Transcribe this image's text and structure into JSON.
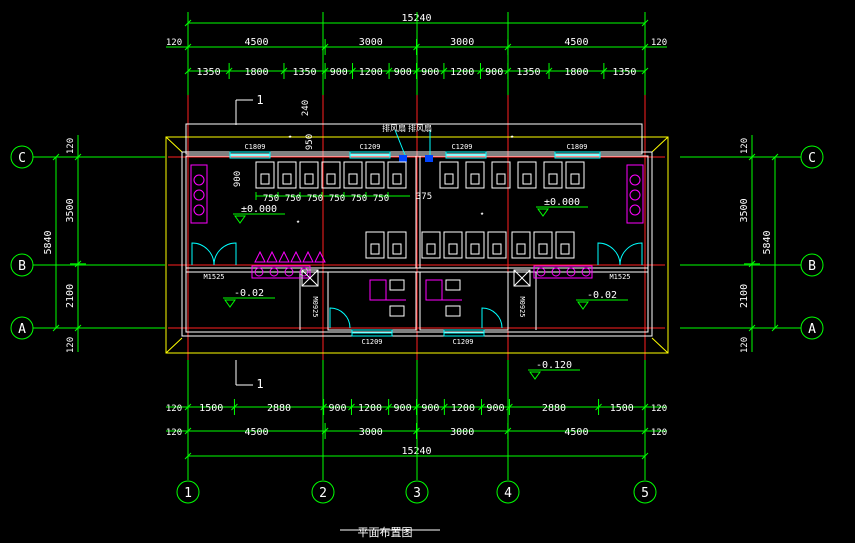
{
  "colors": {
    "background": "#000000",
    "dimension_line": "#00ff00",
    "dimension_text": "#ffffff",
    "axis_line": "#ff2020",
    "wall": "#ffffff",
    "fixture": "#ffffff",
    "sink_fixture": "#ff00ff",
    "window_mark": "#00ffff",
    "exhaust_fan": "#0044ff",
    "outer_outline": "#ffff00",
    "label": "#ffffff"
  },
  "dims": {
    "top_total": "15240",
    "top_left_ext": "120",
    "top_right_ext": "120",
    "top_row2": [
      "4500",
      "3000",
      "3000",
      "4500"
    ],
    "top_row3": [
      "1350",
      "1800",
      "1350",
      "900",
      "1200",
      "900",
      "900",
      "1200",
      "900",
      "1350",
      "1800",
      "1350"
    ],
    "bottom_total": "15240",
    "bottom_left_ext": "120",
    "bottom_right_ext": "120",
    "bottom_row1": [
      "1500",
      "2880",
      "900",
      "1200",
      "900",
      "900",
      "1200",
      "900",
      "2880",
      "1500"
    ],
    "bottom_row2": [
      "4500",
      "3000",
      "3000",
      "4500"
    ],
    "bottom_row1_left_ext": "120",
    "bottom_row1_right_ext": "120",
    "bottom_row2_left_ext": "120",
    "bottom_row2_right_ext": "120",
    "side_total": "5840",
    "side_upper": "3500",
    "side_lower": "2100",
    "side_ext_top": "120",
    "side_ext_bottom": "120",
    "stall_widths": [
      "750",
      "750",
      "750",
      "750",
      "750",
      "750"
    ],
    "depth_900": "900",
    "dim_240": "240",
    "dim_950": "950",
    "dim_375": "375"
  },
  "axes": {
    "vertical": [
      "1",
      "2",
      "3",
      "4",
      "5"
    ],
    "horizontal": [
      "C",
      "B",
      "A"
    ]
  },
  "section_marks": [
    "1",
    "1"
  ],
  "labels": {
    "windows_top": [
      "C1809",
      "C1209",
      "C1209",
      "C1809"
    ],
    "windows_bottom": [
      "C1209",
      "C1209"
    ],
    "exhaust": "排风扇",
    "doors_main": [
      "M1525",
      "M1525"
    ],
    "doors_inner": [
      "M0925",
      "M0925"
    ],
    "levels": [
      "±0.000",
      "±0.000",
      "-0.02",
      "-0.02",
      "-0.120"
    ],
    "title": "平面布置图"
  }
}
